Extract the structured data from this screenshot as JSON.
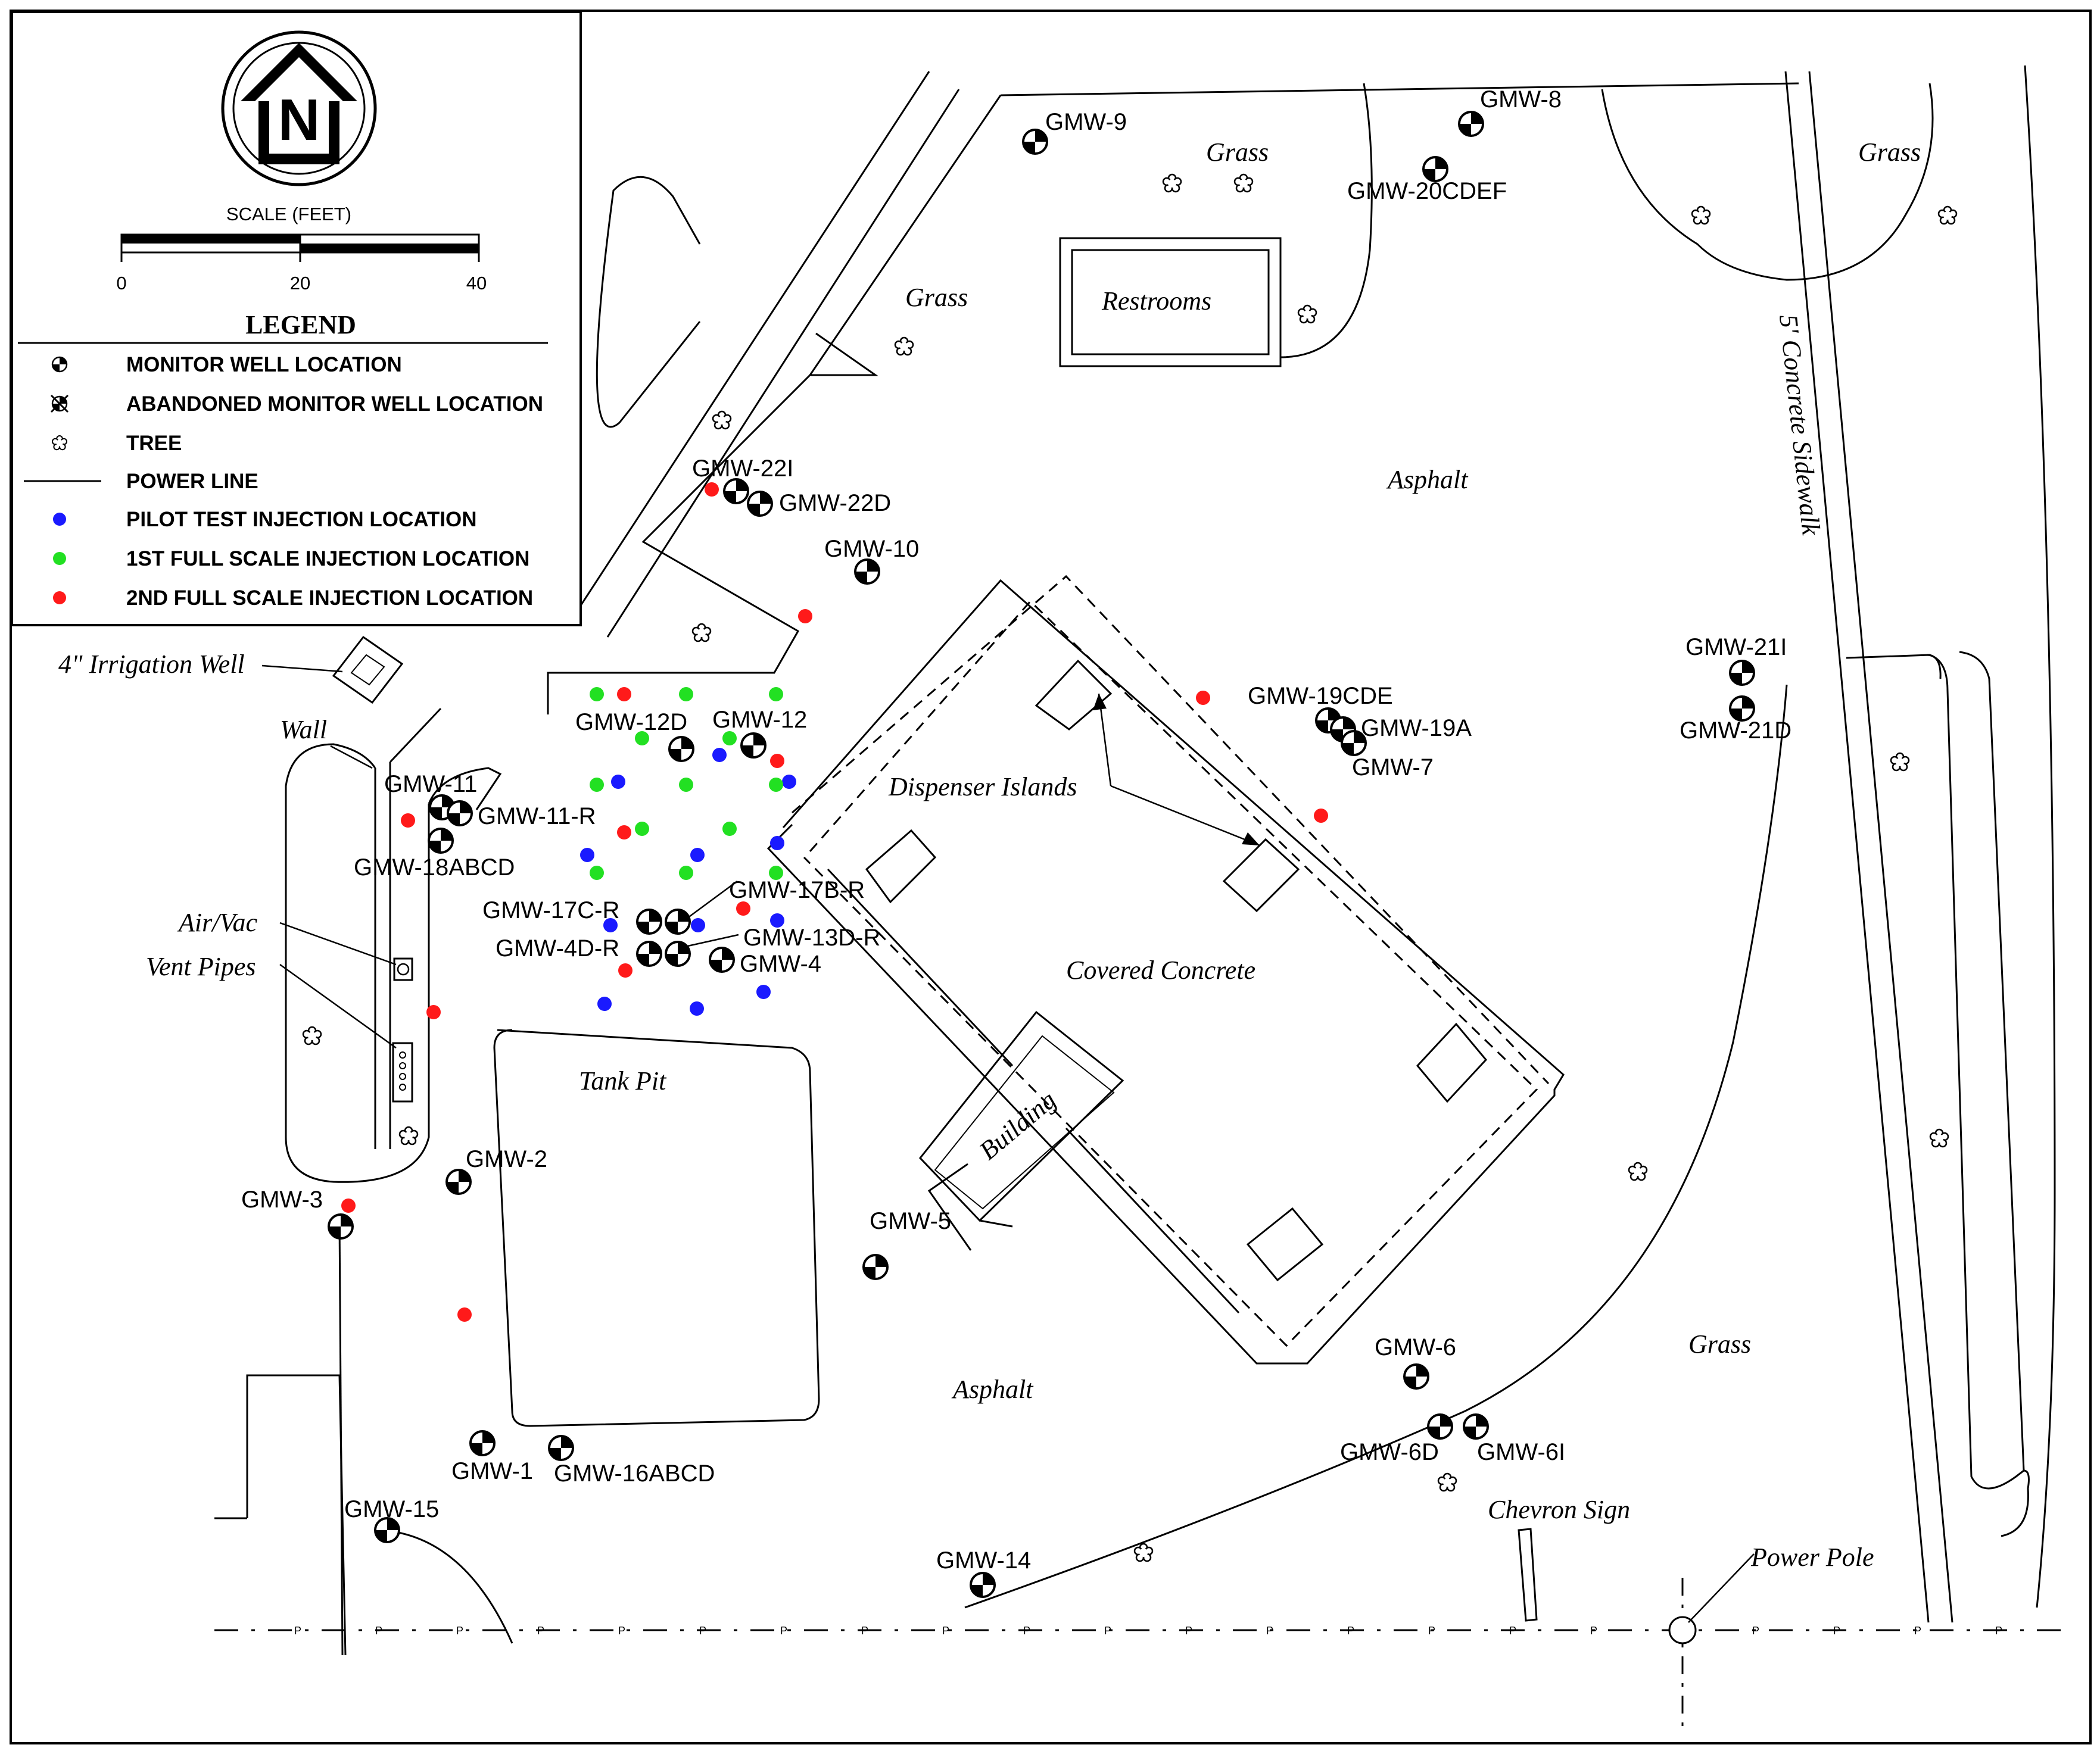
{
  "north_letter": "N",
  "scale": {
    "title": "SCALE (FEET)",
    "ticks": [
      "0",
      "20",
      "40"
    ]
  },
  "legend": {
    "title": "LEGEND",
    "items": [
      {
        "symbol": "monitor-well",
        "label": "MONITOR WELL LOCATION"
      },
      {
        "symbol": "abandoned-well",
        "label": "ABANDONED MONITOR WELL LOCATION"
      },
      {
        "symbol": "tree",
        "label": "TREE"
      },
      {
        "symbol": "power-line",
        "label": "POWER LINE"
      },
      {
        "symbol": "dot",
        "color": "#1a1aff",
        "label": "PILOT TEST INJECTION LOCATION"
      },
      {
        "symbol": "dot",
        "color": "#22e022",
        "label": "1ST FULL SCALE INJECTION LOCATION"
      },
      {
        "symbol": "dot",
        "color": "#ff1a1a",
        "label": "2ND FULL SCALE INJECTION LOCATION"
      }
    ]
  },
  "colors": {
    "pilot": "#1a1aff",
    "full1": "#22e022",
    "full2": "#ff1a1a",
    "ink": "#000000"
  },
  "area_labels": {
    "grass_1": "Grass",
    "grass_2": "Grass",
    "grass_3": "Grass",
    "grass_4": "Grass",
    "asphalt_1": "Asphalt",
    "asphalt_2": "Asphalt",
    "restrooms": "Restrooms",
    "sidewalk": "5' Concrete Sidewalk",
    "dispenser": "Dispenser Islands",
    "covered": "Covered Concrete",
    "building": "Building",
    "tank_pit": "Tank Pit",
    "irrigation": "4\" Irrigation Well",
    "wall": "Wall",
    "airvac": "Air/Vac",
    "vent": "Vent Pipes",
    "chevron": "Chevron Sign",
    "power_pole": "Power Pole"
  },
  "well_labels": {
    "gmw9": "GMW-9",
    "gmw8": "GMW-8",
    "gmw20": "GMW-20CDEF",
    "gmw22i": "GMW-22I",
    "gmw22d": "GMW-22D",
    "gmw10": "GMW-10",
    "gmw12d": "GMW-12D",
    "gmw12": "GMW-12",
    "gmw11": "GMW-11",
    "gmw11r": "GMW-11-R",
    "gmw18": "GMW-18ABCD",
    "gmw17br": "GMW-17B-R",
    "gmw17cr": "GMW-17C-R",
    "gmw13dr": "GMW-13D-R",
    "gmw4dr": "GMW-4D-R",
    "gmw4": "GMW-4",
    "gmw19cde": "GMW-19CDE",
    "gmw19a": "GMW-19A",
    "gmw7": "GMW-7",
    "gmw21i": "GMW-21I",
    "gmw21d": "GMW-21D",
    "gmw2": "GMW-2",
    "gmw3": "GMW-3",
    "gmw5": "GMW-5",
    "gmw6": "GMW-6",
    "gmw6d": "GMW-6D",
    "gmw6i": "GMW-6I",
    "gmw1": "GMW-1",
    "gmw16": "GMW-16ABCD",
    "gmw15": "GMW-15",
    "gmw14": "GMW-14"
  },
  "power_line_marker": "P"
}
